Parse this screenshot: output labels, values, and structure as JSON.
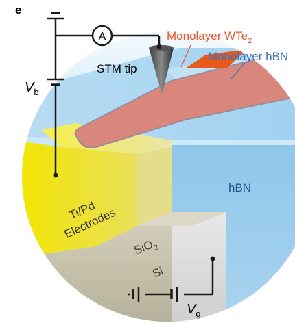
{
  "panel_label": "e",
  "labels": {
    "wte2_prefix": "Monolayer WTe",
    "wte2_sub": "2",
    "hbn_top": "Monolayer hBN",
    "stm_tip": "STM tip",
    "vb": "V",
    "vb_sub": "b",
    "ammeter": "A",
    "electrodes_line1": "Ti/Pd",
    "electrodes_line2": "Electrodes",
    "hbn_bulk": "hBN",
    "sio2_prefix": "SiO",
    "sio2_sub": "2",
    "si": "Si",
    "vg": "V",
    "vg_sub": "g"
  },
  "colors": {
    "background": "#ffffff",
    "wte2_ribbon": "#d9877c",
    "wte2_label": "#e8572c",
    "hbn_label": "#3f6fb8",
    "electrode": "#f2e800",
    "hbn_block": "#8ec6ea",
    "substrate": "#c6c0a6",
    "circuit": "#1a1a1a"
  }
}
